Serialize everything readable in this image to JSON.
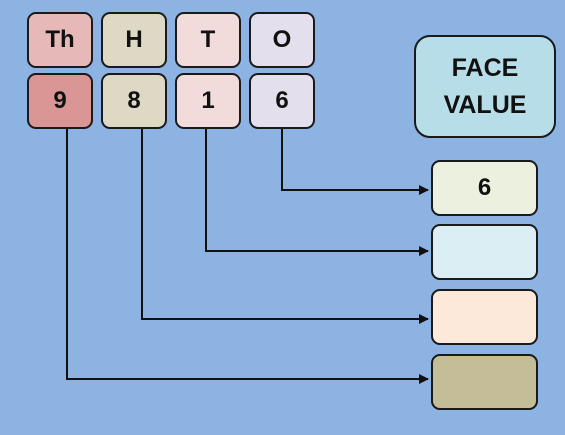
{
  "headers": [
    "Th",
    "H",
    "T",
    "O"
  ],
  "digits": [
    "9",
    "8",
    "1",
    "6"
  ],
  "title_line1": "FACE",
  "title_line2": "VALUE",
  "results": {
    "ones": "6",
    "tens": "",
    "hundreds": "",
    "thousands": ""
  },
  "colors": {
    "background": "#8DB3E2",
    "thousands": "#E6B8B7",
    "hundreds": "#DDD9C4",
    "tens": "#F2DCDB",
    "ones": "#E4DFEC",
    "title": "#B7DEE8"
  }
}
